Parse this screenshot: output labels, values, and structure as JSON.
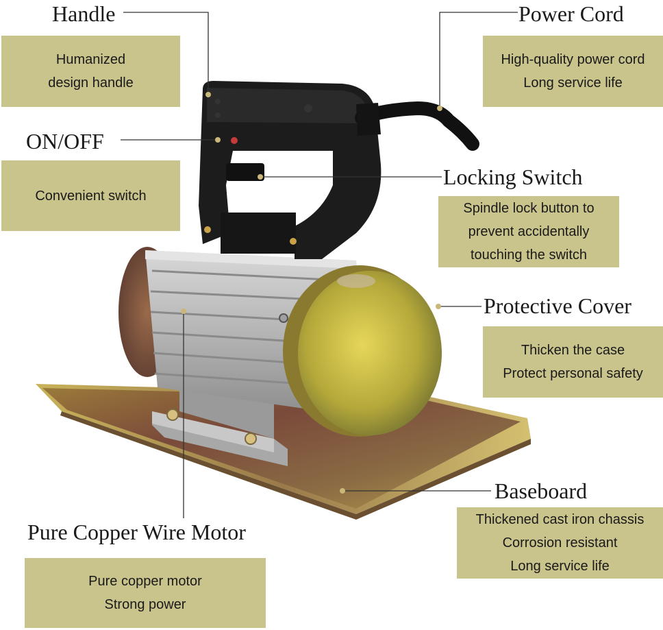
{
  "colors": {
    "box_background": "#c9c38c",
    "leader_line": "#333333",
    "leader_dot": "#c9b87a"
  },
  "callouts": {
    "handle": {
      "title": "Handle",
      "lines": [
        "Humanized",
        "design handle"
      ]
    },
    "power_cord": {
      "title": "Power Cord",
      "lines": [
        "High-quality power cord",
        "Long service life"
      ]
    },
    "on_off": {
      "title": "ON/OFF",
      "lines": [
        "Convenient switch"
      ]
    },
    "locking_switch": {
      "title": "Locking Switch",
      "lines": [
        "Spindle lock button to",
        "prevent accidentally",
        "touching the switch"
      ]
    },
    "protective_cover": {
      "title": "Protective Cover",
      "lines": [
        "Thicken the case",
        "Protect personal safety"
      ]
    },
    "baseboard": {
      "title": "Baseboard",
      "lines": [
        "Thickened cast iron chassis",
        "Corrosion resistant",
        "Long service life"
      ]
    },
    "motor": {
      "title": "Pure Copper Wire Motor",
      "lines": [
        "Pure copper motor",
        "Strong power"
      ]
    }
  }
}
